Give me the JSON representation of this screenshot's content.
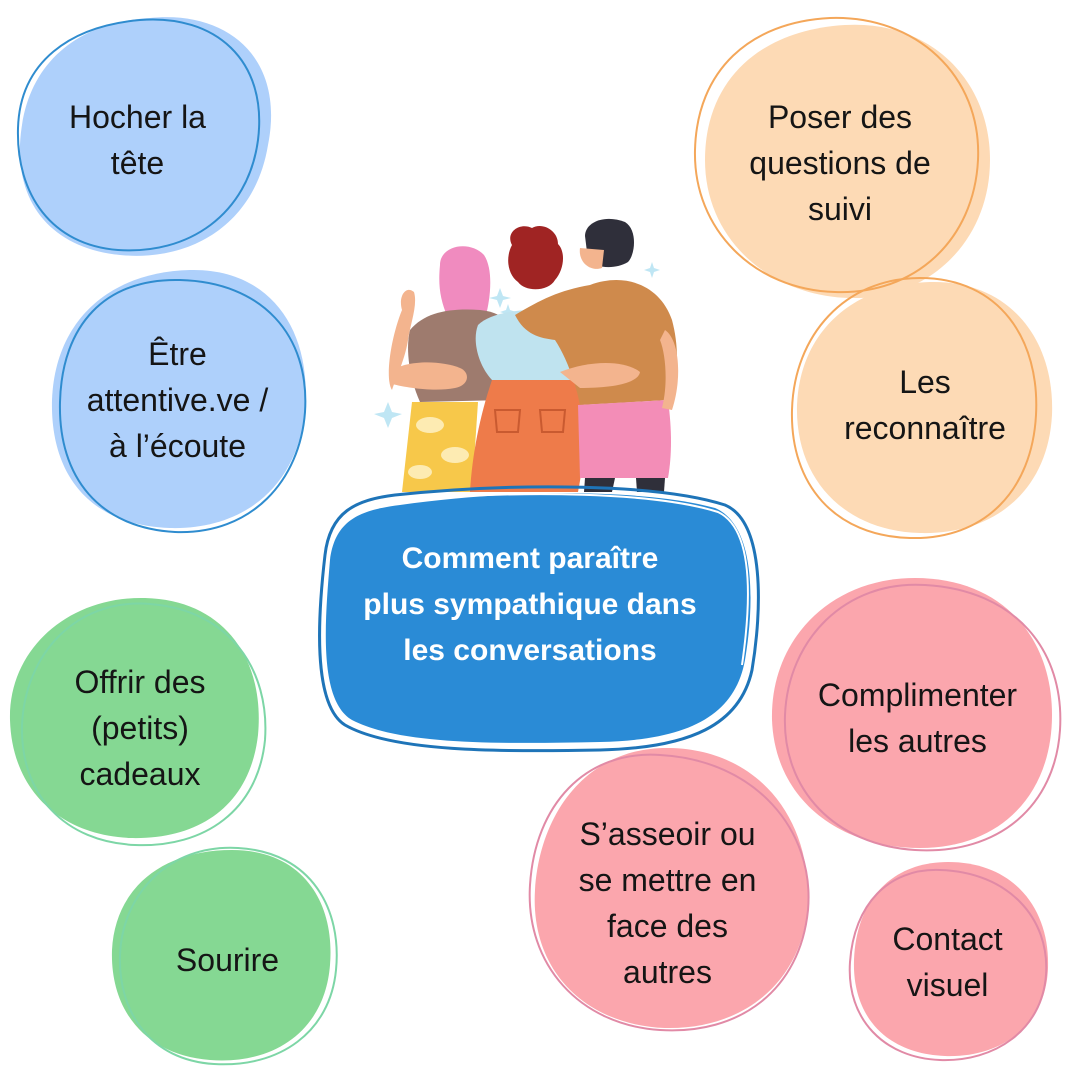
{
  "title": "Comment paraître\nplus sympathique dans\nles conversations",
  "colors": {
    "blue_fill": "#aed0fb",
    "blue_stroke": "#2f8ccf",
    "orange_fill": "#fddab5",
    "orange_stroke": "#f4a75a",
    "green_fill": "#85d893",
    "green_stroke": "#7dd6a6",
    "pink_fill": "#fba6ad",
    "pink_stroke": "#e18aa6",
    "center_fill": "#2a8bd6",
    "center_stroke": "#1e74b8"
  },
  "tips": [
    {
      "label": "Hocher la\ntête",
      "group": "blue"
    },
    {
      "label": "Être\nattentive.ve /\nà l’écoute",
      "group": "blue"
    },
    {
      "label": "Poser des\nquestions de\nsuivi",
      "group": "orange"
    },
    {
      "label": "Les\nreconnaître",
      "group": "orange"
    },
    {
      "label": "Offrir des\n(petits)\ncadeaux",
      "group": "green"
    },
    {
      "label": "Sourire",
      "group": "green"
    },
    {
      "label": "Complimenter\nles autres",
      "group": "pink"
    },
    {
      "label": "S’asseoir ou\nse mettre en\nface des\nautres",
      "group": "pink"
    },
    {
      "label": "Contact\nvisuel",
      "group": "pink"
    }
  ],
  "illustration": "three-friends-hugging-from-behind"
}
